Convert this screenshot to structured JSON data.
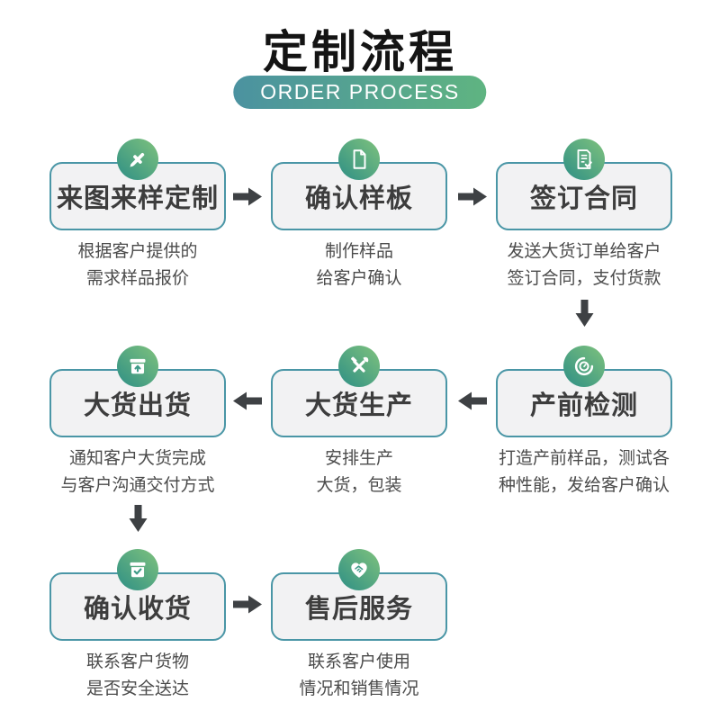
{
  "header": {
    "title": "定制流程",
    "subtitle": "ORDER PROCESS"
  },
  "colors": {
    "title_text": "#141414",
    "pill_gradient_left": "#4B92A0",
    "pill_gradient_right": "#5FB481",
    "icon_gradient_start": "#2E8F85",
    "icon_gradient_end": "#7FC27D",
    "box_background": "#F2F2F3",
    "box_border": "#4A96A6",
    "box_label_text": "#3D3D3D",
    "description_text": "#4B4B4B",
    "arrow": "#3E4144"
  },
  "steps": [
    {
      "order": 1,
      "icon": "design-pen-icon",
      "label": "来图来样定制",
      "desc_line1": "根据客户提供的",
      "desc_line2": "需求样品报价"
    },
    {
      "order": 2,
      "icon": "document-icon",
      "label": "确认样板",
      "desc_line1": "制作样品",
      "desc_line2": "给客户确认"
    },
    {
      "order": 3,
      "icon": "contract-icon",
      "label": "签订合同",
      "desc_line1": "发送大货订单给客户",
      "desc_line2": "签订合同，支付货款"
    },
    {
      "order": 4,
      "icon": "inspection-icon",
      "label": "产前检测",
      "desc_line1": "打造产前样品，测试各",
      "desc_line2": "种性能，发给客户确认"
    },
    {
      "order": 5,
      "icon": "tools-icon",
      "label": "大货生产",
      "desc_line1": "安排生产",
      "desc_line2": "大货，包装"
    },
    {
      "order": 6,
      "icon": "shipping-box-icon",
      "label": "大货出货",
      "desc_line1": "通知客户大货完成",
      "desc_line2": "与客户沟通交付方式"
    },
    {
      "order": 7,
      "icon": "receive-check-icon",
      "label": "确认收货",
      "desc_line1": "联系客户货物",
      "desc_line2": "是否安全送达"
    },
    {
      "order": 8,
      "icon": "after-sales-icon",
      "label": "售后服务",
      "desc_line1": "联系客户使用",
      "desc_line2": "情况和销售情况"
    }
  ]
}
